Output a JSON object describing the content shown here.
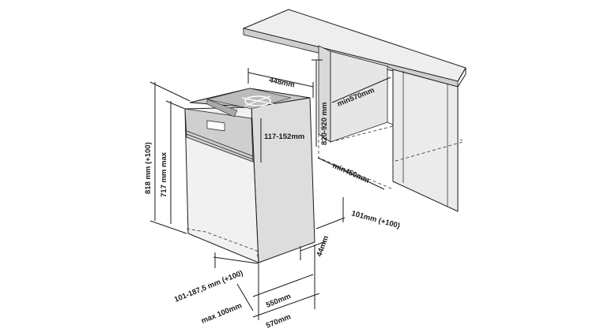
{
  "dimensions": {
    "width_top": "448mm",
    "height_range": "820-920 mm",
    "cabinet_depth_min": "min570mm",
    "panel_height": "117-152mm",
    "width_min": "min450mm",
    "total_height": "818 mm (+100)",
    "body_height": "717 mm max",
    "plinth_right": "101mm (+100)",
    "plinth_gap": "44mm",
    "plinth_front": "101-187,5 mm (+100)",
    "max_depth_offset": "max 100mm",
    "depth_inner": "550mm",
    "depth_outer": "570mm"
  }
}
